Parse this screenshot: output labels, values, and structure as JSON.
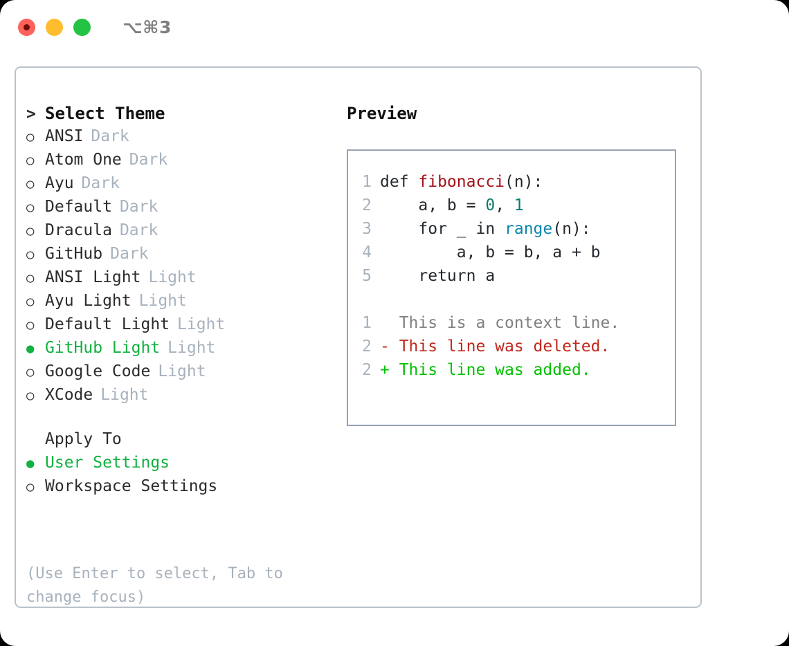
{
  "titlebar": {
    "shortcut": "⌥⌘3",
    "lights": [
      "close",
      "minimize",
      "maximize"
    ]
  },
  "theme_picker": {
    "heading": "Select Theme",
    "caret": ">",
    "bullet_empty": "○",
    "bullet_filled": "●",
    "items": [
      {
        "name": "ANSI",
        "suffix": "Dark",
        "selected": false
      },
      {
        "name": "Atom One",
        "suffix": "Dark",
        "selected": false
      },
      {
        "name": "Ayu",
        "suffix": "Dark",
        "selected": false
      },
      {
        "name": "Default",
        "suffix": "Dark",
        "selected": false
      },
      {
        "name": "Dracula",
        "suffix": "Dark",
        "selected": false
      },
      {
        "name": "GitHub",
        "suffix": "Dark",
        "selected": false
      },
      {
        "name": "ANSI Light",
        "suffix": "Light",
        "selected": false
      },
      {
        "name": "Ayu Light",
        "suffix": "Light",
        "selected": false
      },
      {
        "name": "Default Light",
        "suffix": "Light",
        "selected": false
      },
      {
        "name": "GitHub Light",
        "suffix": "Light",
        "selected": true
      },
      {
        "name": "Google Code",
        "suffix": "Light",
        "selected": false
      },
      {
        "name": "XCode",
        "suffix": "Light",
        "selected": false
      }
    ]
  },
  "apply_to": {
    "title": "Apply To",
    "options": [
      {
        "label": "User Settings",
        "selected": true
      },
      {
        "label": "Workspace Settings",
        "selected": false
      }
    ]
  },
  "hint": "(Use Enter to select, Tab to change focus)",
  "preview": {
    "title": "Preview",
    "code": [
      {
        "lineno": "1",
        "parts": [
          {
            "t": "def ",
            "c": "code-text"
          },
          {
            "t": "fibonacci",
            "c": "tok-fn"
          },
          {
            "t": "(n):",
            "c": "code-text"
          }
        ]
      },
      {
        "lineno": "2",
        "parts": [
          {
            "t": "    a, b = ",
            "c": "code-text"
          },
          {
            "t": "0",
            "c": "tok-num"
          },
          {
            "t": ", ",
            "c": "code-text"
          },
          {
            "t": "1",
            "c": "tok-num"
          }
        ]
      },
      {
        "lineno": "3",
        "parts": [
          {
            "t": "    for _ in ",
            "c": "code-text"
          },
          {
            "t": "range",
            "c": "tok-call"
          },
          {
            "t": "(n):",
            "c": "code-text"
          }
        ]
      },
      {
        "lineno": "4",
        "parts": [
          {
            "t": "        a, b = b, a + b",
            "c": "code-text"
          }
        ]
      },
      {
        "lineno": "5",
        "parts": [
          {
            "t": "    return a",
            "c": "code-text"
          }
        ]
      }
    ],
    "diff": [
      {
        "lineno": "1",
        "marker": " ",
        "text": "  This is a context line.",
        "kind": "diff-ctx"
      },
      {
        "lineno": "2",
        "marker": "-",
        "text": "- This line was deleted.",
        "kind": "diff-del"
      },
      {
        "lineno": "2",
        "marker": "+",
        "text": "+ This line was added.",
        "kind": "diff-add"
      }
    ]
  },
  "colors": {
    "accent_green": "#12b141",
    "diff_add_green": "#00c000",
    "diff_del_red": "#c0281c",
    "muted": "#a8b2bd",
    "border": "#b9c2cc",
    "preview_border": "#95a3b3",
    "syntax_function": "#a3131a",
    "syntax_number": "#0c7a6e",
    "syntax_call": "#0b85ad"
  }
}
